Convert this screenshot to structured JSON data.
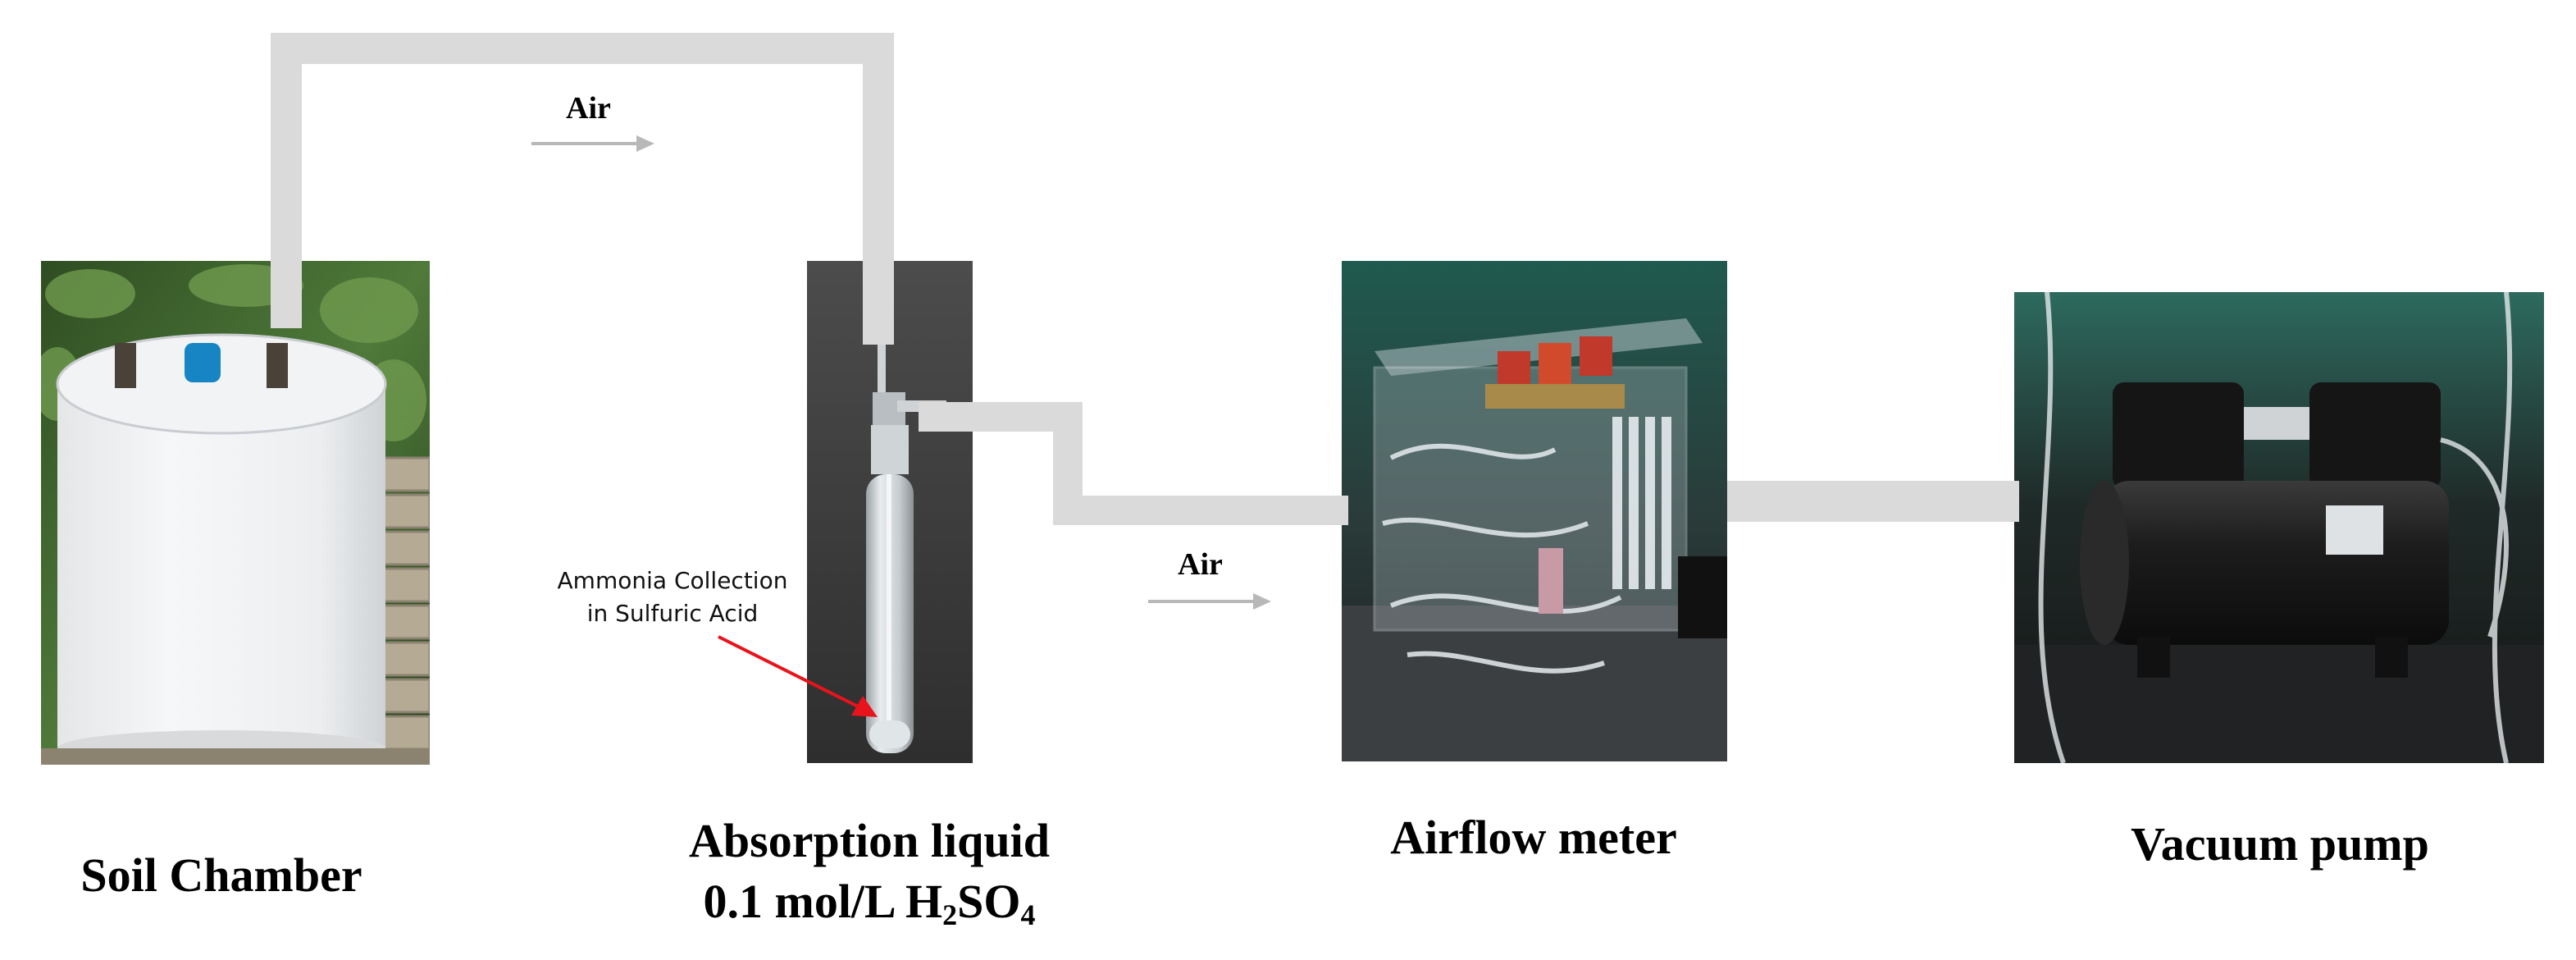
{
  "components": {
    "soil_chamber": {
      "label": "Soil Chamber"
    },
    "absorption": {
      "label_line1": "Absorption liquid",
      "label_line2_prefix": "0.1 mol/L H",
      "label_line2_sub1": "2",
      "label_line2_mid": "SO",
      "label_line2_sub2": "4"
    },
    "airflow_meter": {
      "label": "Airflow meter"
    },
    "vacuum_pump": {
      "label": "Vacuum pump"
    }
  },
  "air_labels": {
    "top": "Air",
    "middle": "Air"
  },
  "annotation": {
    "line1": "Ammonia Collection",
    "line2": "in Sulfuric Acid"
  },
  "colors": {
    "tube": "#dadada",
    "arrow": "#b8b8b8",
    "annotation_arrow": "#e8141c"
  }
}
